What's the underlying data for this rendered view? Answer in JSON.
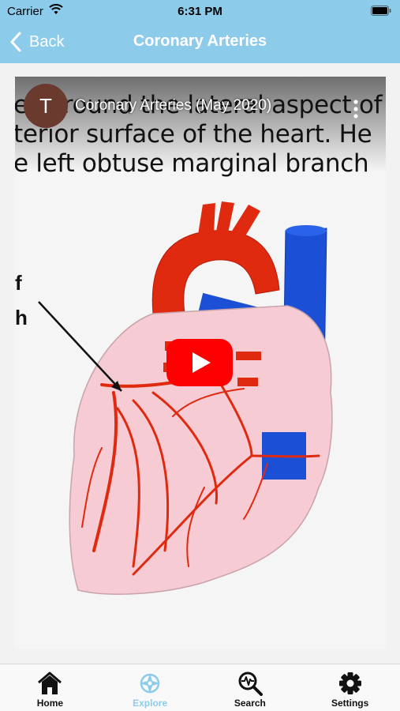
{
  "status_bar": {
    "carrier": "Carrier",
    "time": "6:31 PM"
  },
  "nav": {
    "back_label": "Back",
    "title": "Coronary Arteries"
  },
  "video": {
    "channel_initial": "T",
    "title": "Coronary Arteries (May 2020)",
    "caption_line_1": "es around the lateral aspect of",
    "caption_line_2": "terior surface of the heart. He",
    "caption_line_3": "e left obtuse marginal branch",
    "side_label_1": "f",
    "side_label_2": "h"
  },
  "tabs": [
    {
      "label": "Home",
      "icon": "home-icon",
      "active": false
    },
    {
      "label": "Explore",
      "icon": "compass-icon",
      "active": true
    },
    {
      "label": "Search",
      "icon": "search-pulse-icon",
      "active": false
    },
    {
      "label": "Settings",
      "icon": "gear-icon",
      "active": false
    }
  ],
  "colors": {
    "header": "#8ccbea",
    "active_tab": "#8ccbea",
    "artery_red": "#e02a10",
    "vein_blue": "#1a4fd6",
    "heart_pink": "#f6cbd3",
    "play_red": "#ff0000"
  }
}
